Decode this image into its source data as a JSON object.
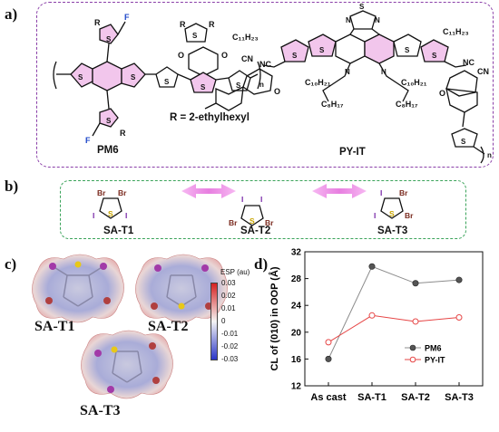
{
  "panel_a": {
    "letter": "a)",
    "pm6_name": "PM6",
    "r_note": "R = 2-ethylhexyl",
    "pyit_name": "PY-IT",
    "atoms": {
      "S": "S",
      "F": "F",
      "R": "R",
      "O": "O",
      "N": "N",
      "NC": "NC",
      "CN": "CN",
      "n": "n",
      "c11": "C₁₁H₂₃",
      "c10": "C₁₀H₂₁",
      "c8": "C₈H₁₇"
    }
  },
  "panel_b": {
    "letter": "b)",
    "molecules": [
      {
        "name": "SA-T1",
        "top_left": "Br",
        "top_right": "Br",
        "bottom_left": "I",
        "bottom_right": "I"
      },
      {
        "name": "SA-T2",
        "top_left": "I",
        "top_right": "I",
        "bottom_left": "Br",
        "bottom_right": "Br"
      },
      {
        "name": "SA-T3",
        "top_left": "I",
        "top_right": "Br",
        "bottom_left": "I",
        "bottom_right": "Br"
      }
    ]
  },
  "panel_c": {
    "letter": "c)",
    "labels": [
      "SA-T1",
      "SA-T2",
      "SA-T3"
    ],
    "colorbar": {
      "title": "ESP (au)",
      "ticks": [
        "0.03",
        "0.02",
        "0.01",
        "0",
        "-0.01",
        "-0.02",
        "-0.03"
      ],
      "colors": {
        "positive": "#d62020",
        "neutral": "#f4f4f4",
        "negative": "#2a36c8"
      }
    }
  },
  "panel_d": {
    "letter": "d)",
    "chart_data": {
      "type": "line",
      "categories": [
        "As cast",
        "SA-T1",
        "SA-T2",
        "SA-T3"
      ],
      "series": [
        {
          "name": "PM6",
          "values": [
            16.0,
            29.8,
            27.3,
            27.8
          ],
          "color": "#8c8c8c"
        },
        {
          "name": "PY-IT",
          "values": [
            18.5,
            22.5,
            21.6,
            22.2
          ],
          "color": "#e64545"
        }
      ],
      "ylabel": "CL of (010) in OOP (Å)",
      "ylim": [
        12,
        32
      ],
      "yticks": [
        12,
        16,
        20,
        24,
        28,
        32
      ],
      "legend": "center-right",
      "grid": false
    }
  }
}
